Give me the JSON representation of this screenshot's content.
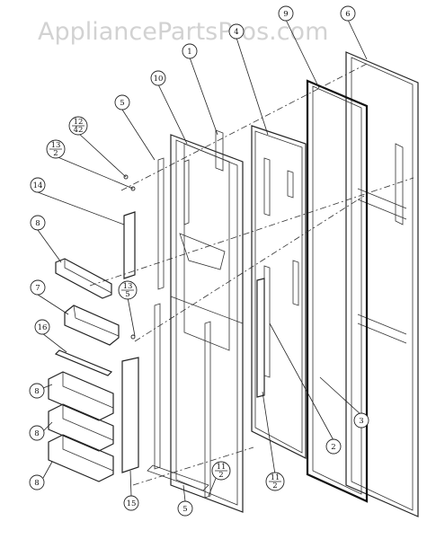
{
  "watermark": "AppliancePartsPros.com",
  "callouts": [
    {
      "id": "c1",
      "top": "1"
    },
    {
      "id": "c2",
      "top": "2"
    },
    {
      "id": "c3",
      "top": "3"
    },
    {
      "id": "c4",
      "top": "4"
    },
    {
      "id": "c5a",
      "top": "5"
    },
    {
      "id": "c5b",
      "top": "5"
    },
    {
      "id": "c6",
      "top": "6"
    },
    {
      "id": "c7",
      "top": "7"
    },
    {
      "id": "c8a",
      "top": "8"
    },
    {
      "id": "c8b",
      "top": "8"
    },
    {
      "id": "c8c",
      "top": "8"
    },
    {
      "id": "c8d",
      "top": "8"
    },
    {
      "id": "c9",
      "top": "9"
    },
    {
      "id": "c10",
      "top": "10"
    },
    {
      "id": "c11a",
      "top": "11",
      "bottom": "2"
    },
    {
      "id": "c11b",
      "top": "11",
      "bottom": "2"
    },
    {
      "id": "c12",
      "top": "12",
      "bottom": "42"
    },
    {
      "id": "c13a",
      "top": "13",
      "bottom": "2"
    },
    {
      "id": "c13b",
      "top": "13",
      "bottom": "5"
    },
    {
      "id": "c14",
      "top": "14"
    },
    {
      "id": "c15",
      "top": "15"
    },
    {
      "id": "c16",
      "top": "16"
    }
  ]
}
